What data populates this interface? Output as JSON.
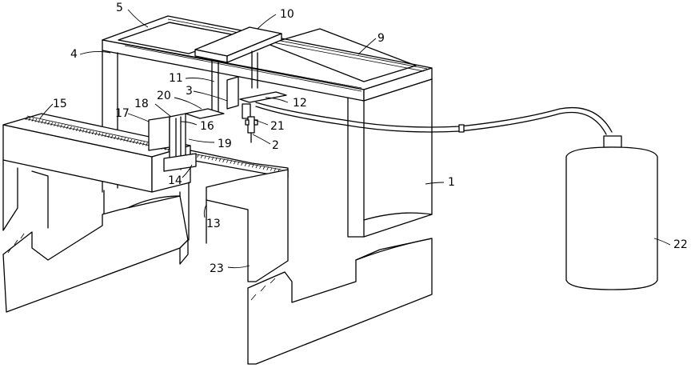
{
  "labels": [
    {
      "id": "1",
      "text": "1"
    },
    {
      "id": "2",
      "text": "2"
    },
    {
      "id": "3",
      "text": "3"
    },
    {
      "id": "4",
      "text": "4"
    },
    {
      "id": "5",
      "text": "5"
    },
    {
      "id": "9",
      "text": "9"
    },
    {
      "id": "10",
      "text": "10"
    },
    {
      "id": "11",
      "text": "11"
    },
    {
      "id": "12",
      "text": "12"
    },
    {
      "id": "13",
      "text": "13"
    },
    {
      "id": "14",
      "text": "14"
    },
    {
      "id": "15",
      "text": "15"
    },
    {
      "id": "16",
      "text": "16"
    },
    {
      "id": "17",
      "text": "17"
    },
    {
      "id": "18",
      "text": "18"
    },
    {
      "id": "19",
      "text": "19"
    },
    {
      "id": "20",
      "text": "20"
    },
    {
      "id": "21",
      "text": "21"
    },
    {
      "id": "22",
      "text": "22"
    },
    {
      "id": "23",
      "text": "23"
    }
  ]
}
